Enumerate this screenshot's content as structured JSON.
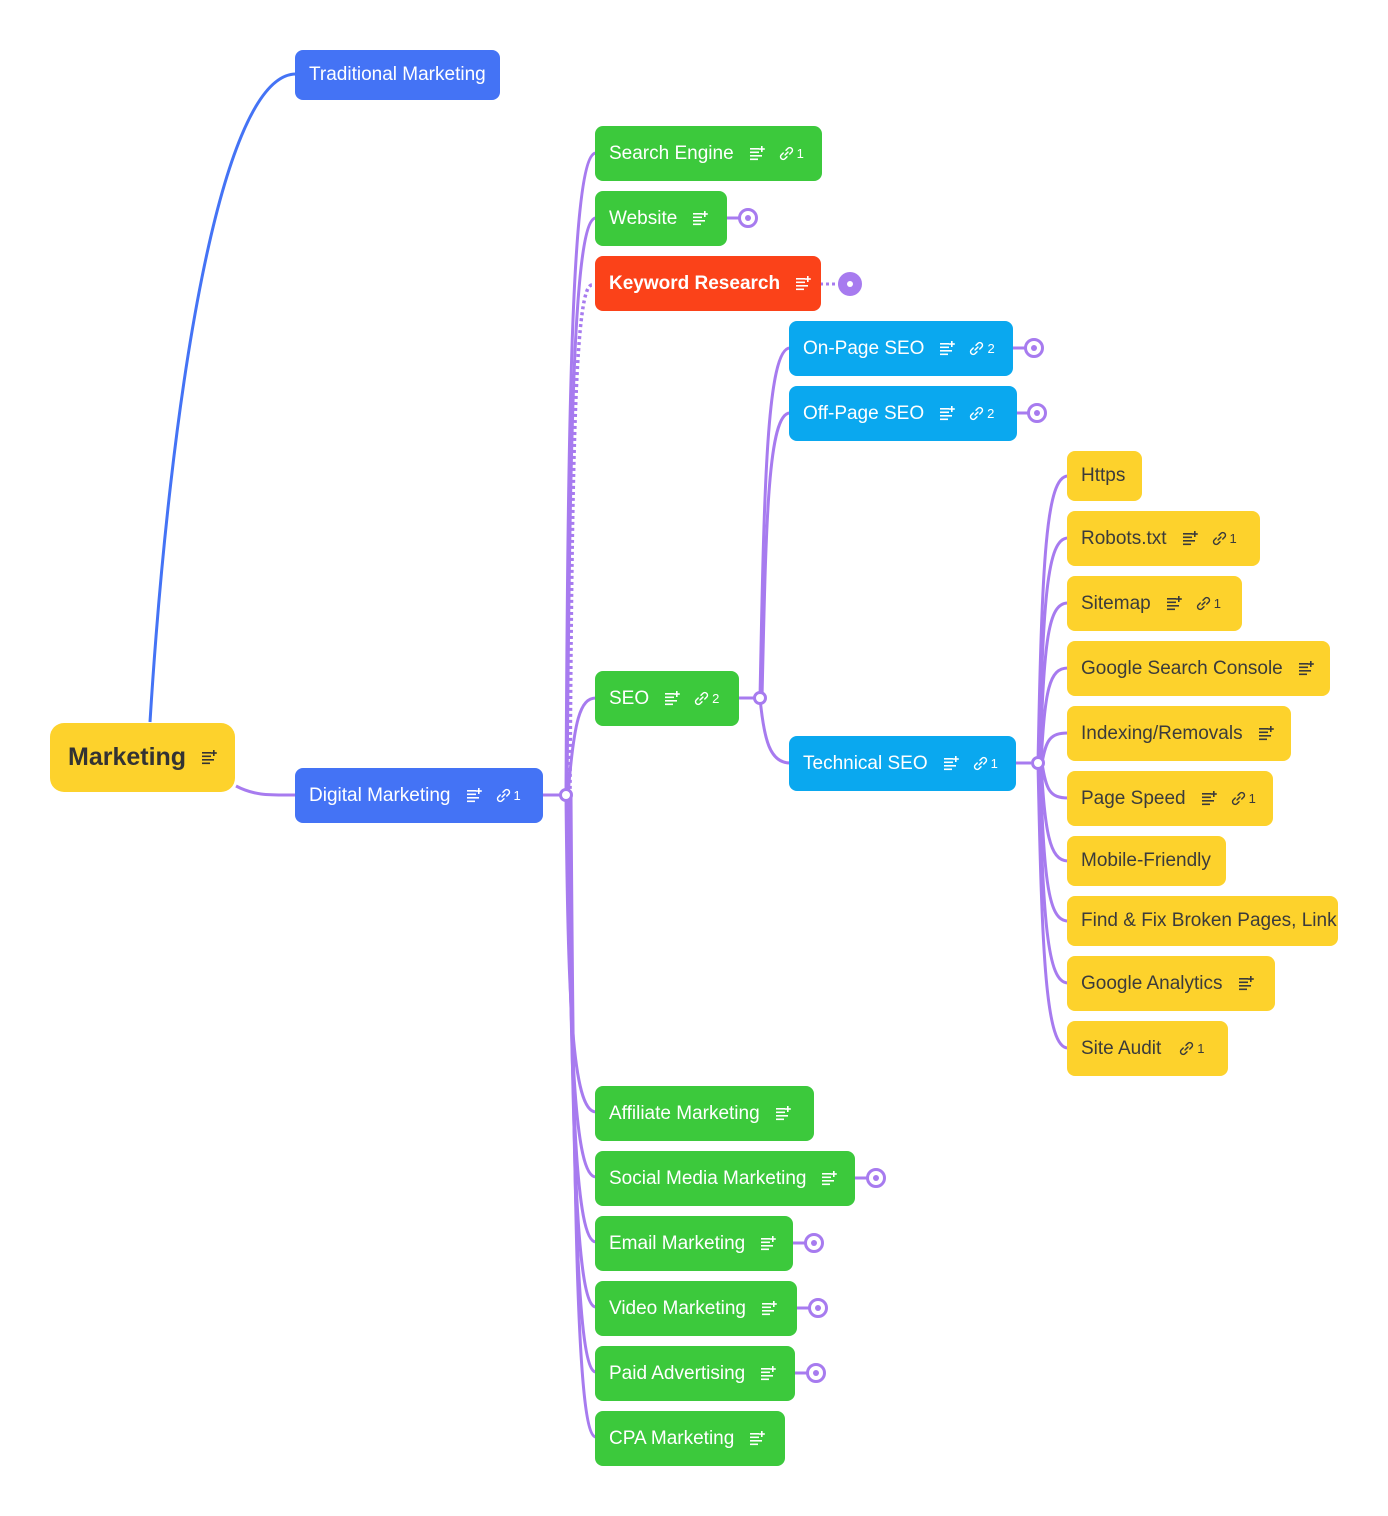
{
  "colors": {
    "link_purple": "#a77bef",
    "link_blue": "#4473f5",
    "root": "#fdd22c",
    "level1": "#4473f5",
    "level2": "#3cc93c",
    "selected": "#fb4219",
    "seo_children": "#0aa8ef",
    "technical_children": "#fdd22c"
  },
  "nodes": {
    "marketing": {
      "label": "Marketing",
      "icons": [
        "note-icon"
      ]
    },
    "traditional": {
      "label": "Traditional Marketing"
    },
    "digital": {
      "label": "Digital Marketing",
      "icons": [
        "note-icon",
        "link-icon"
      ],
      "link_count": "1"
    },
    "search_engine": {
      "label": "Search Engine",
      "icons": [
        "note-icon",
        "link-icon"
      ],
      "link_count": "1"
    },
    "website": {
      "label": "Website",
      "icons": [
        "note-icon"
      ],
      "collapsed": true
    },
    "keyword_research": {
      "label": "Keyword Research",
      "icons": [
        "note-icon"
      ],
      "collapsed": true,
      "selected": true
    },
    "seo": {
      "label": "SEO",
      "icons": [
        "note-icon",
        "link-icon"
      ],
      "link_count": "2"
    },
    "on_page_seo": {
      "label": "On-Page SEO",
      "icons": [
        "note-icon",
        "link-icon"
      ],
      "link_count": "2",
      "collapsed": true
    },
    "off_page_seo": {
      "label": "Off-Page SEO",
      "icons": [
        "note-icon",
        "link-icon"
      ],
      "link_count": "2",
      "collapsed": true
    },
    "technical_seo": {
      "label": "Technical SEO",
      "icons": [
        "note-icon",
        "link-icon"
      ],
      "link_count": "1"
    },
    "https": {
      "label": "Https"
    },
    "robots": {
      "label": "Robots.txt",
      "icons": [
        "note-icon",
        "link-icon"
      ],
      "link_count": "1"
    },
    "sitemap": {
      "label": "Sitemap",
      "icons": [
        "note-icon",
        "link-icon"
      ],
      "link_count": "1"
    },
    "gsc": {
      "label": "Google Search Console",
      "icons": [
        "note-icon"
      ]
    },
    "indexing": {
      "label": "Indexing/Removals",
      "icons": [
        "note-icon"
      ]
    },
    "page_speed": {
      "label": "Page Speed",
      "icons": [
        "note-icon",
        "link-icon"
      ],
      "link_count": "1"
    },
    "mobile": {
      "label": "Mobile-Friendly"
    },
    "broken": {
      "label": "Find & Fix Broken Pages, Link"
    },
    "analytics": {
      "label": "Google Analytics",
      "icons": [
        "note-icon"
      ]
    },
    "site_audit": {
      "label": "Site Audit",
      "icons": [
        "link-icon"
      ],
      "link_count": "1"
    },
    "affiliate": {
      "label": "Affiliate Marketing",
      "icons": [
        "note-icon"
      ]
    },
    "social": {
      "label": "Social Media Marketing",
      "icons": [
        "note-icon"
      ],
      "collapsed": true
    },
    "email": {
      "label": "Email Marketing",
      "icons": [
        "note-icon"
      ],
      "collapsed": true
    },
    "video": {
      "label": "Video Marketing",
      "icons": [
        "note-icon"
      ],
      "collapsed": true
    },
    "paid": {
      "label": "Paid Advertising",
      "icons": [
        "note-icon"
      ],
      "collapsed": true
    },
    "cpa": {
      "label": "CPA Marketing",
      "icons": [
        "note-icon"
      ]
    }
  }
}
